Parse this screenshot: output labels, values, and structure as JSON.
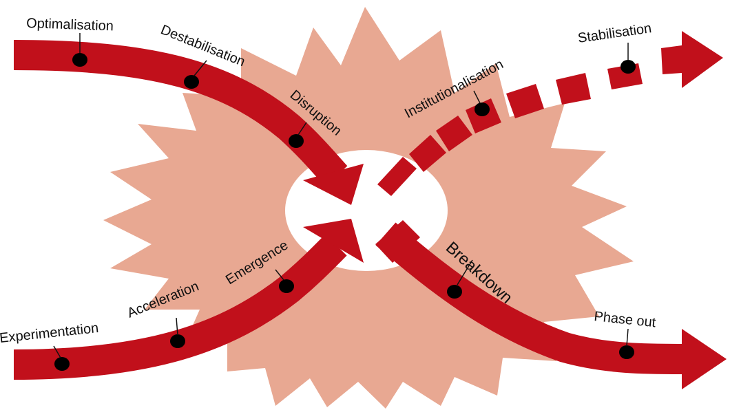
{
  "colors": {
    "burst": "#e8a892",
    "arrow": "#c1101b",
    "dot": "#000000",
    "hole": "#ffffff",
    "text": "#111111"
  },
  "labels": {
    "optimalisation": "Optimalisation",
    "destabilisation": "Destabilisation",
    "disruption": "Disruption",
    "institutionalisation": "Institutionalisation",
    "stabilisation": "Stabilisation",
    "experimentation": "Experimentation",
    "acceleration": "Acceleration",
    "emergence": "Emergence",
    "breakdown": "Breakdown",
    "phase_out": "Phase out"
  }
}
